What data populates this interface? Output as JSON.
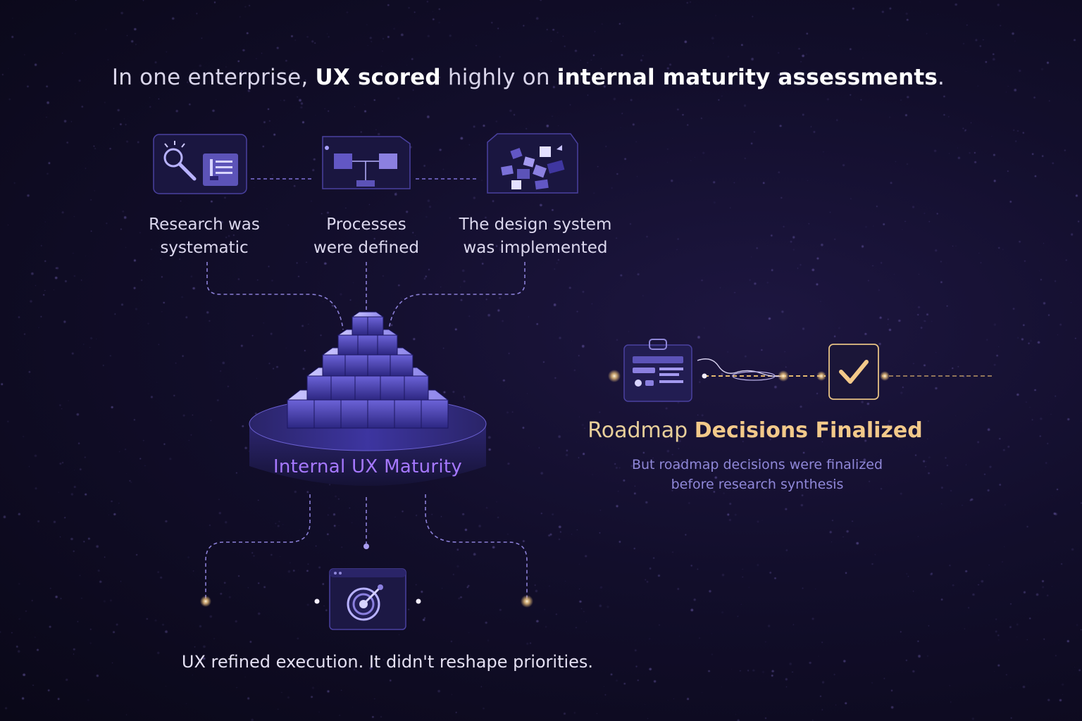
{
  "headline": {
    "part1": "In one enterprise, ",
    "bold1": "UX scored",
    "part2": " highly on ",
    "bold2": "internal maturity assessments",
    "part3": "."
  },
  "steps": [
    {
      "icon": "magnifier-document-icon",
      "line1": "Research was",
      "line2": "systematic"
    },
    {
      "icon": "flowchart-icon",
      "line1": "Processes",
      "line2": "were defined"
    },
    {
      "icon": "component-tiles-icon",
      "line1": "The design system",
      "line2": "was implemented"
    }
  ],
  "maturity": {
    "label": "Internal UX Maturity"
  },
  "roadmap": {
    "title_regular": "Roadmap ",
    "title_bold": "Decisions Finalized",
    "subtitle_line1": "But roadmap decisions were finalized",
    "subtitle_line2": "before research synthesis",
    "icons": [
      "clipboard-icon",
      "checkmark-icon"
    ]
  },
  "footer": {
    "text": "UX refined execution. It didn't reshape priorities."
  },
  "target": {
    "icon": "target-icon"
  },
  "colors": {
    "accent_purple": "#8b6cff",
    "accent_gold": "#f2c98a",
    "label_violet": "#a678ff",
    "background": "#120e2b"
  }
}
